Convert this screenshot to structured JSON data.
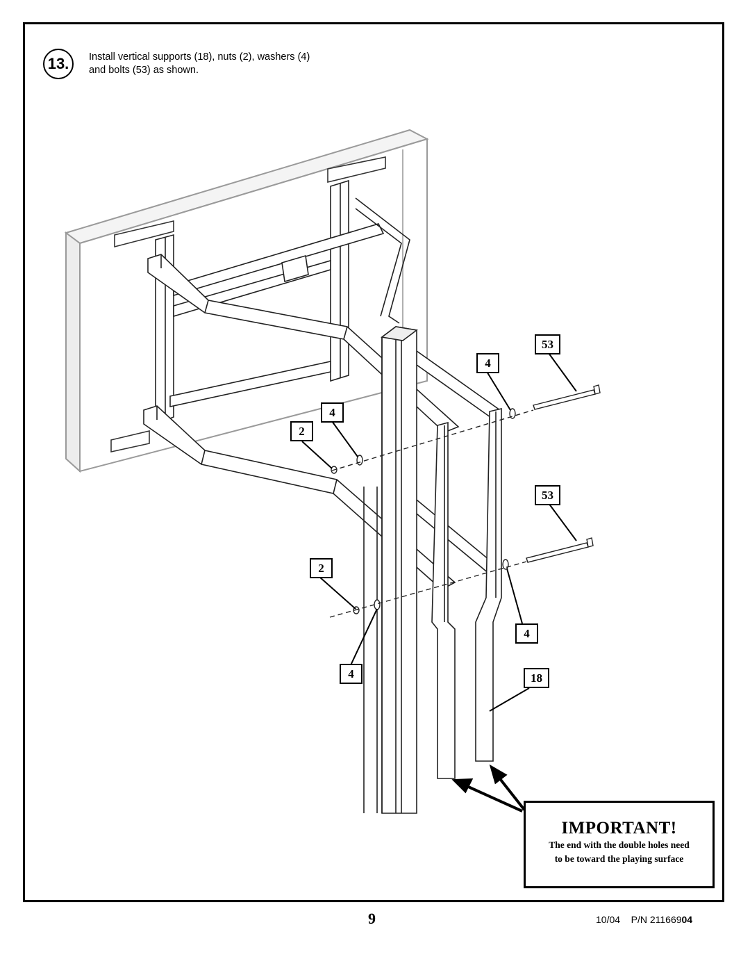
{
  "step": {
    "number": "13.",
    "instruction_line1": "Install vertical supports (18),  nuts (2), washers (4)",
    "instruction_line2": "and bolts (53) as shown."
  },
  "callouts": {
    "bolt_upper": "53",
    "washer_upper_right": "4",
    "washer_upper_left": "4",
    "nut_upper": "2",
    "bolt_lower": "53",
    "nut_lower": "2",
    "washer_lower_right": "4",
    "washer_lower_left": "4",
    "vertical_support": "18"
  },
  "important": {
    "title": "IMPORTANT!",
    "line1": "The end with the double holes need",
    "line2": "to be toward the playing surface"
  },
  "footer": {
    "page_number": "9",
    "date": "10/04",
    "pn_prefix": "P/N 211669",
    "pn_suffix": "04"
  }
}
